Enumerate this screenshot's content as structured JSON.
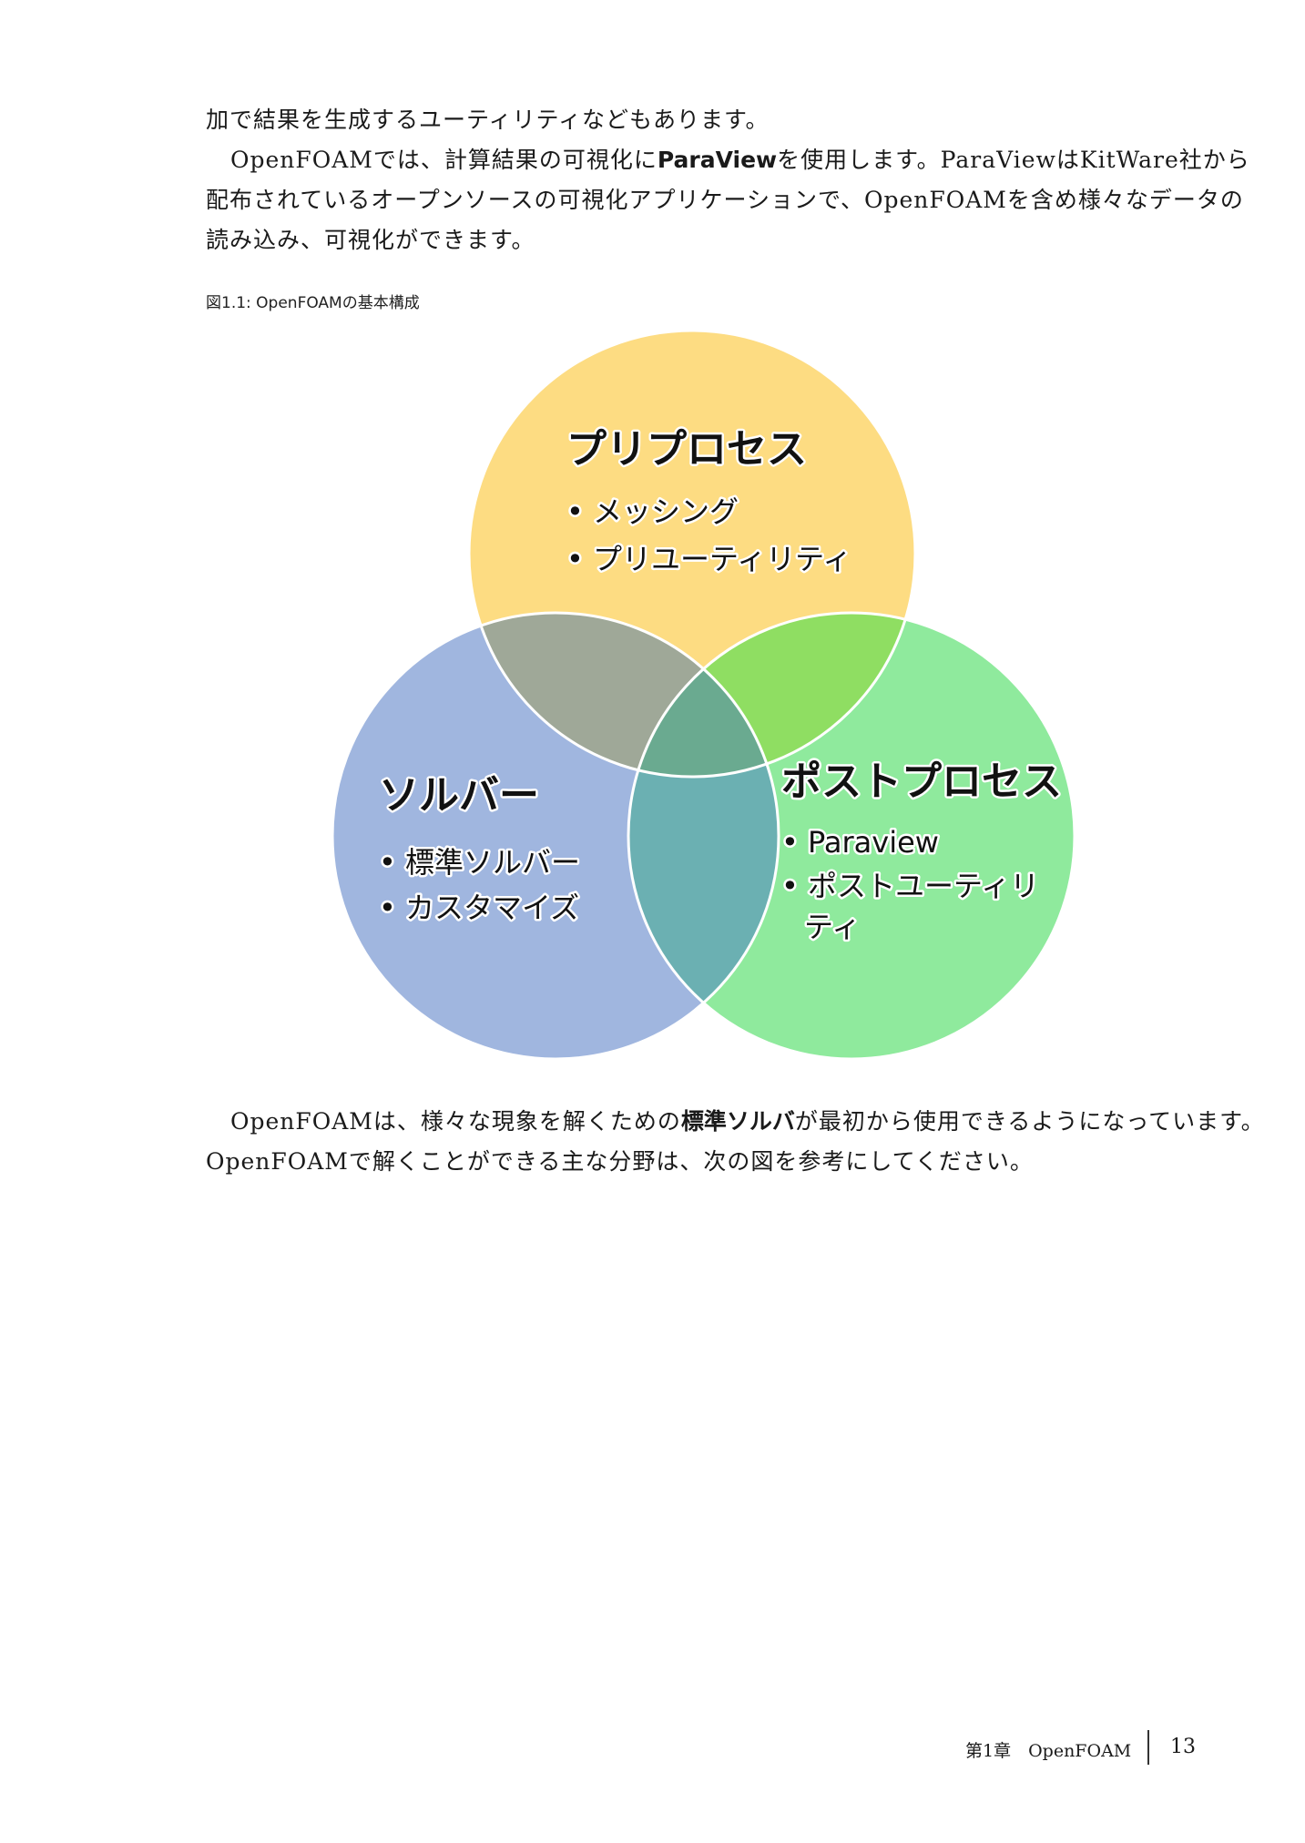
{
  "intro": {
    "line1": "加で結果を生成するユーティリティなどもあります。",
    "line2_a": "OpenFOAMでは、計算結果の可視化に",
    "line2_bold": "ParaView",
    "line2_b": "を使用します。ParaViewはKitWare社から",
    "line3": "配布されているオープンソースの可視化アプリケーションで、OpenFOAMを含め様々なデータの",
    "line4": "読み込み、可視化ができます。"
  },
  "figure": {
    "caption": "図1.1: OpenFOAMの基本構成",
    "circles": {
      "pre": {
        "title": "プリプロセス",
        "items": [
          "メッシング",
          "プリユーティリティ"
        ],
        "color": "#fddc82"
      },
      "solver": {
        "title": "ソルバー",
        "items": [
          "標準ソルバー",
          "カスタマイズ"
        ],
        "color": "#a0b6df"
      },
      "post": {
        "title": "ポストプロセス",
        "items": [
          "Paraview",
          "ポストユーティリ",
          "ティ"
        ],
        "color": "#8fea9d"
      }
    },
    "overlap_colors": {
      "pre_solver": "#9fa898",
      "pre_post": "#8fde62",
      "solver_post": "#6bb0b2",
      "all": "#6aaa90"
    }
  },
  "after": {
    "line1_a": "OpenFOAMは、様々な現象を解くための",
    "line1_bold": "標準ソルバ",
    "line1_b": "が最初から使用できるようになっています。",
    "line2": "OpenFOAMで解くことができる主な分野は、次の図を参考にしてください。"
  },
  "footer": {
    "chapter": "第1章　OpenFOAM",
    "page_number": "13"
  }
}
